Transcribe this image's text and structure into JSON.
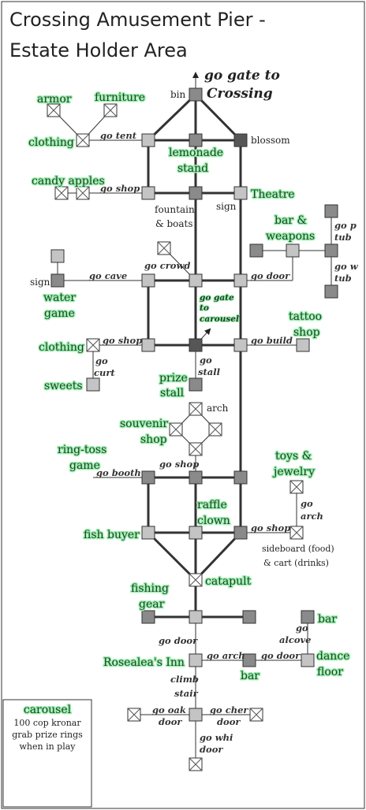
{
  "title": {
    "line1": "Crossing Amusement Pier -",
    "line2": "Estate Holder Area"
  },
  "colors": {
    "light": "#c4c4c4",
    "mid": "#8a8a8a",
    "dark": "#565656",
    "glow": "#9ef0b0",
    "text": "#222222"
  },
  "labels": {
    "armor": "armor",
    "furniture": "furniture",
    "clothing_top": "clothing",
    "candy_apples": "candy apples",
    "bin": "bin",
    "gate_crossing_1": "go gate to",
    "gate_crossing_2": "Crossing",
    "lemonade_1": "lemonade",
    "lemonade_2": "stand",
    "blossom": "blossom",
    "theatre": "Theatre",
    "fountain_1": "fountain",
    "fountain_2": "& boats",
    "sign_right": "sign",
    "bar_weapons_1": "bar &",
    "bar_weapons_2": "weapons",
    "sign_left": "sign",
    "water_game_1": "water",
    "water_game_2": "game",
    "gate_carousel_1": "go gate",
    "gate_carousel_2": "to",
    "gate_carousel_3": "carousel",
    "tattoo_1": "tattoo",
    "tattoo_2": "shop",
    "clothing_mid": "clothing",
    "sweets": "sweets",
    "prize_1": "prize",
    "prize_2": "stall",
    "arch": "arch",
    "souvenir_1": "souvenir",
    "souvenir_2": "shop",
    "ringtoss_1": "ring-toss",
    "ringtoss_2": "game",
    "toys_1": "toys &",
    "toys_2": "jewelry",
    "raffle_1": "raffle",
    "raffle_2": "clown",
    "fish_buyer": "fish buyer",
    "sideboard_1": "sideboard (food)",
    "sideboard_2": "& cart (drinks)",
    "catapult": "catapult",
    "fishing_1": "fishing",
    "fishing_2": "gear",
    "bar_top": "bar",
    "inn": "Rosealea's Inn",
    "bar_bottom": "bar",
    "dance_1": "dance",
    "dance_2": "floor",
    "carousel_title": "carousel",
    "carousel_1": "100 cop kronar",
    "carousel_2": "grab prize rings",
    "carousel_3": "when in play"
  },
  "commands": {
    "go_tent": "go tent",
    "go_shop_candy": "go shop",
    "go_cave": "go cave",
    "go_crowd": "go crowd",
    "go_door_bar": "go door",
    "go_p_1": "go p",
    "go_p_2": "tub",
    "go_w_1": "go w",
    "go_w_2": "tub",
    "go_shop_clothing": "go shop",
    "go_curt_1": "go",
    "go_curt_2": "curt",
    "go_stall_1": "go",
    "go_stall_2": "stall",
    "go_build": "go build",
    "go_shop_souvenir": "go shop",
    "go_booth": "go booth",
    "go_arch_1": "go",
    "go_arch_2": "arch",
    "go_shop_sideboard": "go shop",
    "go_door_inn": "go door",
    "go_arch_inn": "go arch",
    "go_door_dance": "go door",
    "go_alcove_1": "go",
    "go_alcove_2": "alcove",
    "climb_1": "climb",
    "climb_2": "stair",
    "go_oak_1": "go oak",
    "go_oak_2": "door",
    "go_cher_1": "go cher",
    "go_cher_2": "door",
    "go_whi_1": "go whi",
    "go_whi_2": "door"
  }
}
